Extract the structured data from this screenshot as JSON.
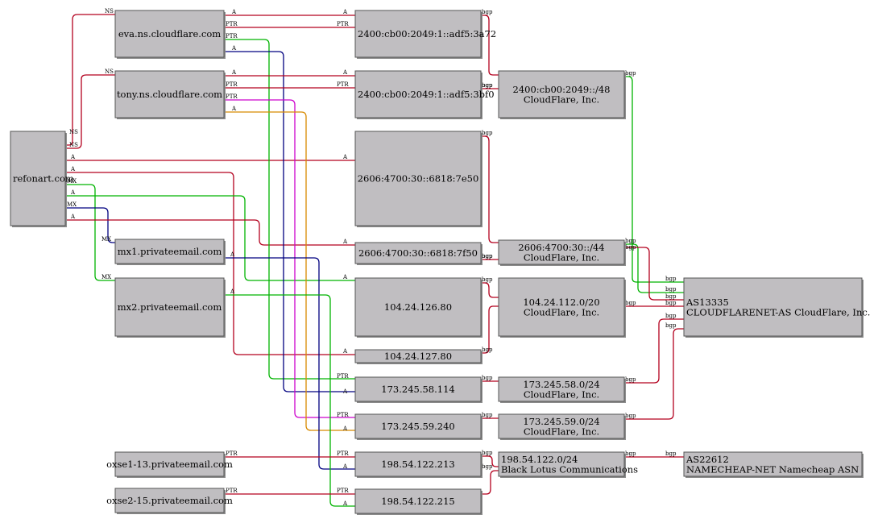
{
  "nodes": [
    {
      "id": "refonart",
      "lines": [
        "refonart.com"
      ]
    },
    {
      "id": "eva",
      "lines": [
        "eva.ns.cloudflare.com"
      ]
    },
    {
      "id": "tony",
      "lines": [
        "tony.ns.cloudflare.com"
      ]
    },
    {
      "id": "mx1",
      "lines": [
        "mx1.privateemail.com"
      ]
    },
    {
      "id": "mx2",
      "lines": [
        "mx2.privateemail.com"
      ]
    },
    {
      "id": "oxse1",
      "lines": [
        "oxse1-13.privateemail.com"
      ]
    },
    {
      "id": "oxse2",
      "lines": [
        "oxse2-15.privateemail.com"
      ]
    },
    {
      "id": "ip_3a72",
      "lines": [
        "2400:cb00:2049:1::adf5:3a72"
      ]
    },
    {
      "id": "ip_3bf0",
      "lines": [
        "2400:cb00:2049:1::adf5:3bf0"
      ]
    },
    {
      "id": "ip_7e50",
      "lines": [
        "2606:4700:30::6818:7e50"
      ]
    },
    {
      "id": "ip_7f50",
      "lines": [
        "2606:4700:30::6818:7f50"
      ]
    },
    {
      "id": "ip_126_80",
      "lines": [
        "104.24.126.80"
      ]
    },
    {
      "id": "ip_127_80",
      "lines": [
        "104.24.127.80"
      ]
    },
    {
      "id": "ip_58_114",
      "lines": [
        "173.245.58.114"
      ]
    },
    {
      "id": "ip_59_240",
      "lines": [
        "173.245.59.240"
      ]
    },
    {
      "id": "ip_122_213",
      "lines": [
        "198.54.122.213"
      ]
    },
    {
      "id": "ip_122_215",
      "lines": [
        "198.54.122.215"
      ]
    },
    {
      "id": "pfx_2400",
      "lines": [
        "2400:cb00:2049::/48",
        "CloudFlare, Inc."
      ]
    },
    {
      "id": "pfx_2606",
      "lines": [
        "2606:4700:30::/44",
        "CloudFlare, Inc."
      ]
    },
    {
      "id": "pfx_104",
      "lines": [
        "104.24.112.0/20",
        "CloudFlare, Inc."
      ]
    },
    {
      "id": "pfx_58",
      "lines": [
        "173.245.58.0/24",
        "CloudFlare, Inc."
      ]
    },
    {
      "id": "pfx_59",
      "lines": [
        "173.245.59.0/24",
        "CloudFlare, Inc."
      ]
    },
    {
      "id": "pfx_198",
      "lines": [
        "198.54.122.0/24",
        "Black Lotus Communications"
      ]
    },
    {
      "id": "as13335",
      "lines": [
        "AS13335",
        "CLOUDFLARENET-AS CloudFlare, Inc."
      ]
    },
    {
      "id": "as22612",
      "lines": [
        "AS22612",
        "NAMECHEAP-NET Namecheap ASN"
      ]
    }
  ],
  "edges": [
    {
      "from": "refonart",
      "to": "eva",
      "label": "NS",
      "color": "#b3001e"
    },
    {
      "from": "refonart",
      "to": "tony",
      "label": "NS",
      "color": "#b3001e"
    },
    {
      "from": "refonart",
      "to": "ip_7e50",
      "label": "A",
      "color": "#b3001e"
    },
    {
      "from": "refonart",
      "to": "ip_127_80",
      "label": "A",
      "color": "#b3001e"
    },
    {
      "from": "refonart",
      "to": "mx2",
      "label": "MX",
      "color": "#00b300"
    },
    {
      "from": "refonart",
      "to": "ip_126_80",
      "label": "A",
      "color": "#00b300"
    },
    {
      "from": "refonart",
      "to": "mx1",
      "label": "MX",
      "color": "#000080"
    },
    {
      "from": "refonart",
      "to": "ip_7f50",
      "label": "A",
      "color": "#b3001e"
    },
    {
      "from": "eva",
      "to": "ip_3a72",
      "label": "A",
      "color": "#b3001e"
    },
    {
      "from": "ip_3a72",
      "to": "eva",
      "label": "PTR",
      "color": "#b3001e"
    },
    {
      "from": "eva",
      "to": "ip_58_114",
      "label": "PTR",
      "color": "#00b300"
    },
    {
      "from": "eva",
      "to": "ip_58_114",
      "label": "A",
      "color": "#000080"
    },
    {
      "from": "tony",
      "to": "ip_3bf0",
      "label": "A",
      "color": "#b3001e"
    },
    {
      "from": "ip_3bf0",
      "to": "tony",
      "label": "PTR",
      "color": "#b3001e"
    },
    {
      "from": "tony",
      "to": "ip_59_240",
      "label": "PTR",
      "color": "#cc00cc"
    },
    {
      "from": "tony",
      "to": "ip_59_240",
      "label": "A",
      "color": "#d88a00"
    },
    {
      "from": "mx1",
      "to": "ip_122_213",
      "label": "A",
      "color": "#000080"
    },
    {
      "from": "mx2",
      "to": "ip_122_215",
      "label": "A",
      "color": "#00b300"
    },
    {
      "from": "oxse1",
      "to": "ip_122_213",
      "label": "PTR",
      "color": "#b3001e"
    },
    {
      "from": "oxse2",
      "to": "ip_122_215",
      "label": "PTR",
      "color": "#b3001e"
    },
    {
      "from": "ip_3a72",
      "to": "pfx_2400",
      "label": "bgp",
      "color": "#b3001e"
    },
    {
      "from": "ip_3bf0",
      "to": "pfx_2400",
      "label": "bgp",
      "color": "#b3001e"
    },
    {
      "from": "ip_7e50",
      "to": "pfx_2606",
      "label": "bgp",
      "color": "#b3001e"
    },
    {
      "from": "ip_7f50",
      "to": "pfx_2606",
      "label": "bgp",
      "color": "#b3001e"
    },
    {
      "from": "ip_126_80",
      "to": "pfx_104",
      "label": "bgp",
      "color": "#b3001e"
    },
    {
      "from": "ip_127_80",
      "to": "pfx_104",
      "label": "bgp",
      "color": "#b3001e"
    },
    {
      "from": "ip_58_114",
      "to": "pfx_58",
      "label": "bgp",
      "color": "#b3001e"
    },
    {
      "from": "ip_59_240",
      "to": "pfx_59",
      "label": "bgp",
      "color": "#b3001e"
    },
    {
      "from": "ip_122_213",
      "to": "pfx_198",
      "label": "bgp",
      "color": "#b3001e"
    },
    {
      "from": "ip_122_215",
      "to": "pfx_198",
      "label": "bgp",
      "color": "#b3001e"
    },
    {
      "from": "pfx_2400",
      "to": "as13335",
      "label": "bgp",
      "color": "#00b300"
    },
    {
      "from": "pfx_2606",
      "to": "as13335",
      "label": "bgp",
      "color": "#00b300"
    },
    {
      "from": "pfx_2606",
      "to": "as13335",
      "label": "bgp",
      "color": "#b3001e"
    },
    {
      "from": "pfx_104",
      "to": "as13335",
      "label": "bgp",
      "color": "#b3001e"
    },
    {
      "from": "pfx_58",
      "to": "as13335",
      "label": "bgp",
      "color": "#b3001e"
    },
    {
      "from": "pfx_59",
      "to": "as13335",
      "label": "bgp",
      "color": "#b3001e"
    },
    {
      "from": "pfx_198",
      "to": "as22612",
      "label": "bgp",
      "color": "#b3001e"
    }
  ]
}
